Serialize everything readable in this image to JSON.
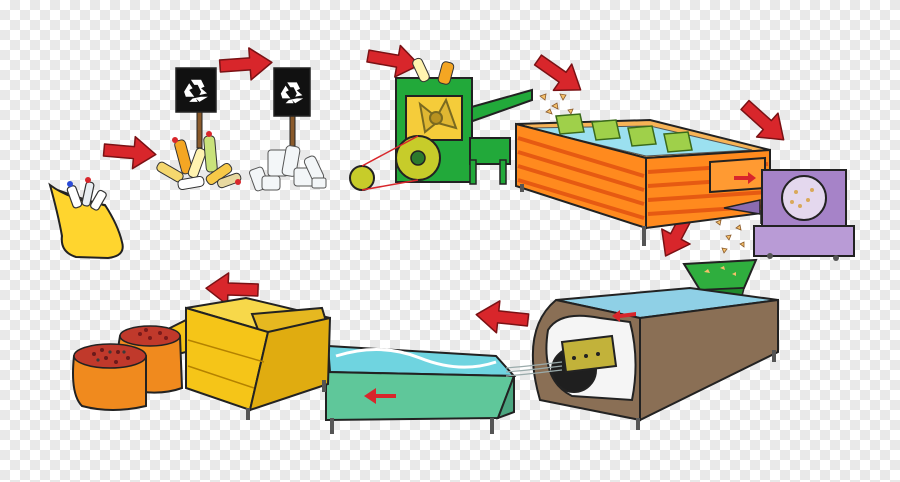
{
  "diagram": {
    "stages": [
      {
        "id": "collection-bag",
        "color": "#ffd52e"
      },
      {
        "id": "sorted-plastic-bottles",
        "sign": "recycle-symbol"
      },
      {
        "id": "sorted-clear-plastic",
        "sign": "recycle-symbol"
      },
      {
        "id": "shredder",
        "color": "#22a93a"
      },
      {
        "id": "washing-tank",
        "color": "#ff8a1e"
      },
      {
        "id": "dryer",
        "color": "#9e7fbf"
      },
      {
        "id": "hopper",
        "color": "#2fae3e"
      },
      {
        "id": "extruder",
        "color": "#8a6f55"
      },
      {
        "id": "cooling-bath",
        "color": "#5fc79a"
      },
      {
        "id": "pelletizer",
        "color": "#f5c518"
      },
      {
        "id": "pellet-sacks",
        "color": "#f08a1e"
      }
    ],
    "arrow_color": "#d8262b",
    "outline_color": "#222222"
  }
}
